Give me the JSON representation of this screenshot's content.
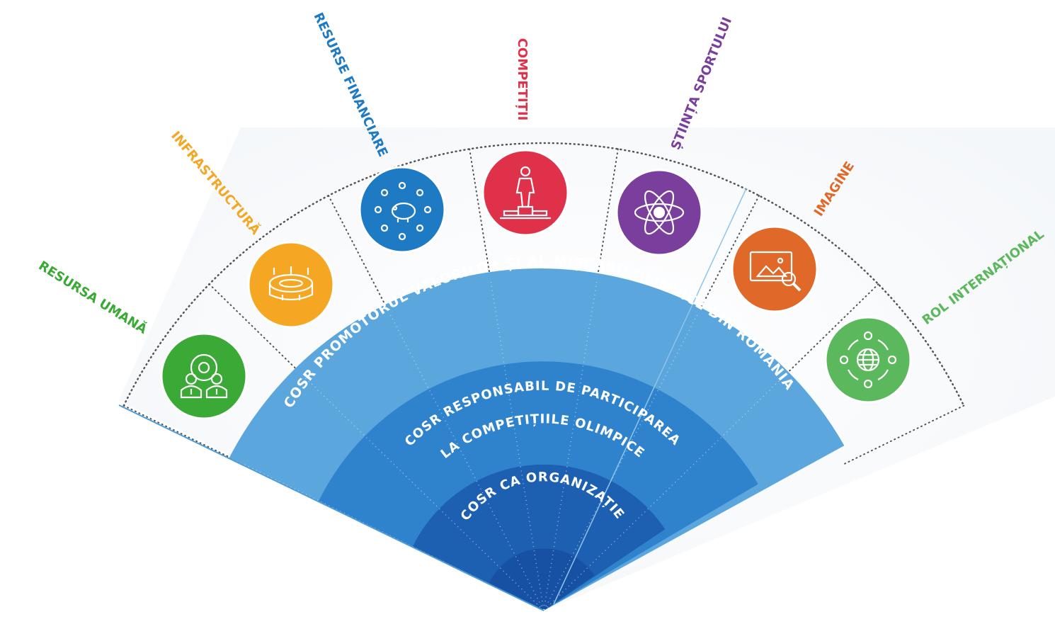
{
  "rings": {
    "outer": "COSR PROMOTORUL VALORILOR ȘI AL MIȘCĂRII OLIMPICE DIN ROMÂNIA",
    "middle_line1": "COSR RESPONSABIL DE PARTICIPAREA",
    "middle_line2": "LA COMPETIȚIILE OLIMPICE",
    "inner": "COSR CA ORGANIZAȚIE"
  },
  "sectors": [
    {
      "label": "RESURSA UMANĂ",
      "color": "#3aa935",
      "icon": "teamwork-gear-icon"
    },
    {
      "label": "INFRASTRUCTURĂ",
      "color": "#f5a623",
      "icon": "stadium-icon"
    },
    {
      "label": "RESURSE FINANCIARE",
      "color": "#1f7ac4",
      "icon": "piggy-bank-network-icon"
    },
    {
      "label": "COMPETIȚII",
      "color": "#e0314b",
      "icon": "podium-athlete-icon"
    },
    {
      "label": "ȘTIINȚA SPORTULUI",
      "color": "#7a3f9d",
      "icon": "atom-icon"
    },
    {
      "label": "IMAGINE",
      "color": "#e0692a",
      "icon": "image-search-icon"
    },
    {
      "label": "ROL INTERNAȚIONAL",
      "color": "#5cb85c",
      "icon": "globe-network-icon"
    }
  ],
  "palette": {
    "ring_outer": "#5aa6dd",
    "ring_middle": "#2f83cc",
    "ring_inner": "#1d5fb1",
    "ring_core": "#14489a",
    "dots": "#555555"
  }
}
